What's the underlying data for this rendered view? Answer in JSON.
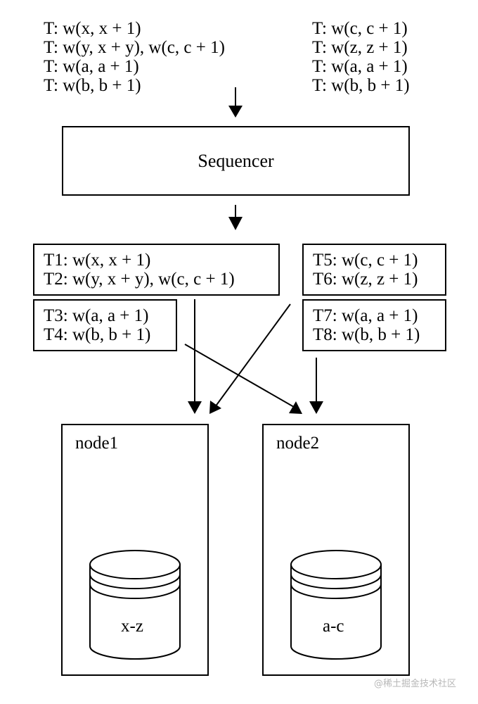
{
  "inputs": {
    "left": [
      "T: w(x, x + 1)",
      "T: w(y, x + y), w(c, c + 1)",
      "T: w(a, a + 1)",
      "T: w(b, b + 1)"
    ],
    "right": [
      "T: w(c, c + 1)",
      "T: w(z, z + 1)",
      "T: w(a, a + 1)",
      "T: w(b, b + 1)"
    ]
  },
  "sequencer": {
    "label": "Sequencer"
  },
  "batches": [
    {
      "id": "batch-t1-t2",
      "lines": [
        "T1: w(x, x + 1)",
        "T2: w(y, x + y), w(c, c + 1)"
      ]
    },
    {
      "id": "batch-t3-t4",
      "lines": [
        "T3: w(a, a + 1)",
        "T4: w(b, b + 1)"
      ]
    },
    {
      "id": "batch-t5-t6",
      "lines": [
        "T5: w(c, c + 1)",
        "T6: w(z, z + 1)"
      ]
    },
    {
      "id": "batch-t7-t8",
      "lines": [
        "T7: w(a, a + 1)",
        "T8: w(b, b + 1)"
      ]
    }
  ],
  "nodes": [
    {
      "name": "node1",
      "db_label": "x-z"
    },
    {
      "name": "node2",
      "db_label": "a-c"
    }
  ],
  "edges": [
    {
      "from": "inputs",
      "to": "sequencer"
    },
    {
      "from": "sequencer",
      "to": "batches"
    },
    {
      "from": "batch-t1-t2",
      "to": "node1"
    },
    {
      "from": "batch-t5-t6",
      "to": "node1"
    },
    {
      "from": "batch-t3-t4",
      "to": "node2"
    },
    {
      "from": "batch-t7-t8",
      "to": "node2"
    }
  ],
  "watermark": "@稀土掘金技术社区"
}
